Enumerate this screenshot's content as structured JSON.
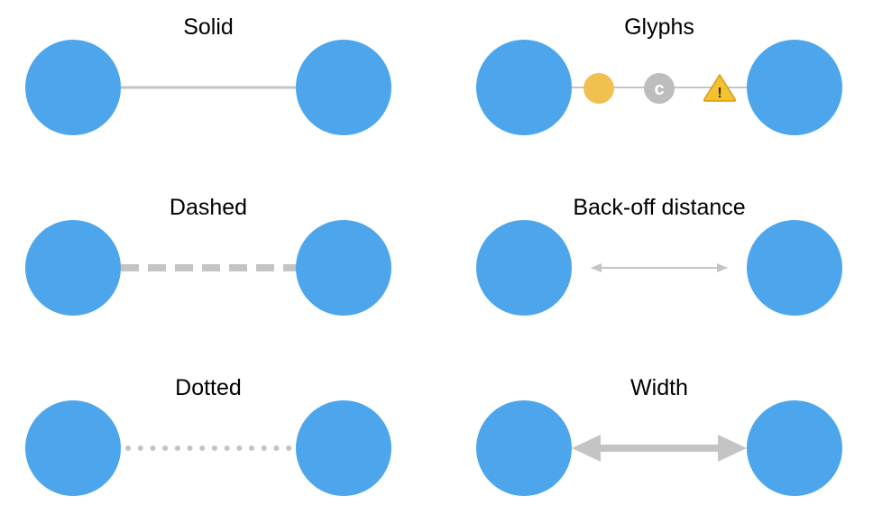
{
  "colors": {
    "node": "#4DA6EC",
    "edge": "#C4C4C4",
    "glyph_circle_yellow": "#F0C050",
    "glyph_circle_gray": "#BDBDBD",
    "warning_fill": "#F2C230",
    "warning_border": "#D79A10",
    "text": "#000000"
  },
  "panels": {
    "solid": {
      "title": "Solid"
    },
    "glyphs": {
      "title": "Glyphs",
      "glyph_letter": "c",
      "warning_mark": "!",
      "icons": [
        "yellow-dot-icon",
        "c-letter-icon",
        "warning-triangle-icon"
      ]
    },
    "dashed": {
      "title": "Dashed"
    },
    "backoff": {
      "title": "Back-off distance"
    },
    "dotted": {
      "title": "Dotted"
    },
    "width": {
      "title": "Width"
    }
  }
}
